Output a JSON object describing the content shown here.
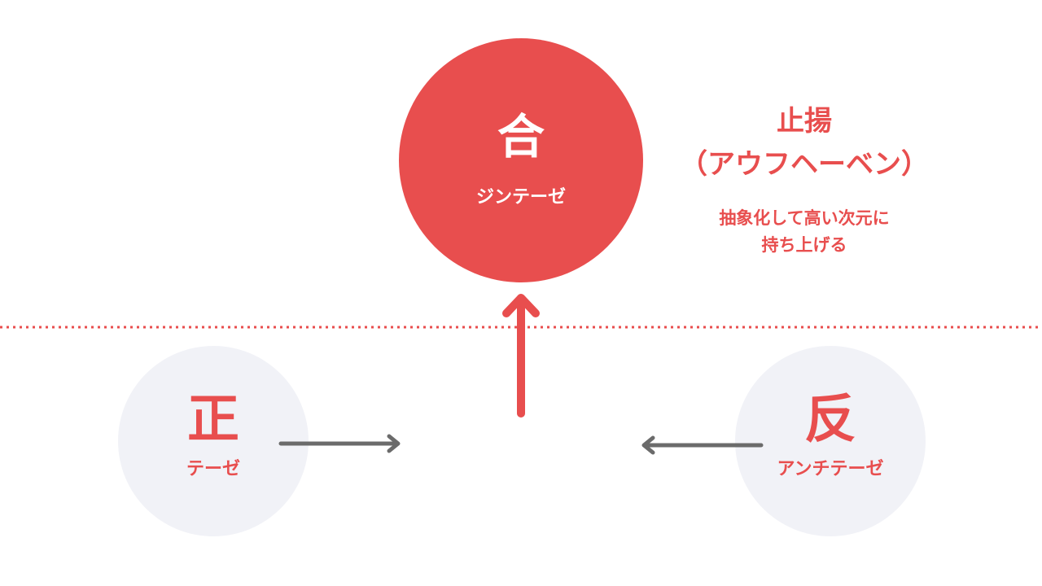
{
  "synthesis": {
    "kanji": "合",
    "label": "ジンテーゼ"
  },
  "thesis": {
    "kanji": "正",
    "label": "テーゼ"
  },
  "antithesis": {
    "kanji": "反",
    "label": "アンチテーゼ"
  },
  "sublation": {
    "title_line1": "止揚",
    "title_line2": "（アウフヘーベン）",
    "desc_line1": "抽象化して高い次元に",
    "desc_line2": "持ち上げる"
  },
  "colors": {
    "accent": "#e84e4e",
    "side_circle": "#f1f2f7",
    "arrow_gray": "#6b6b6b"
  }
}
